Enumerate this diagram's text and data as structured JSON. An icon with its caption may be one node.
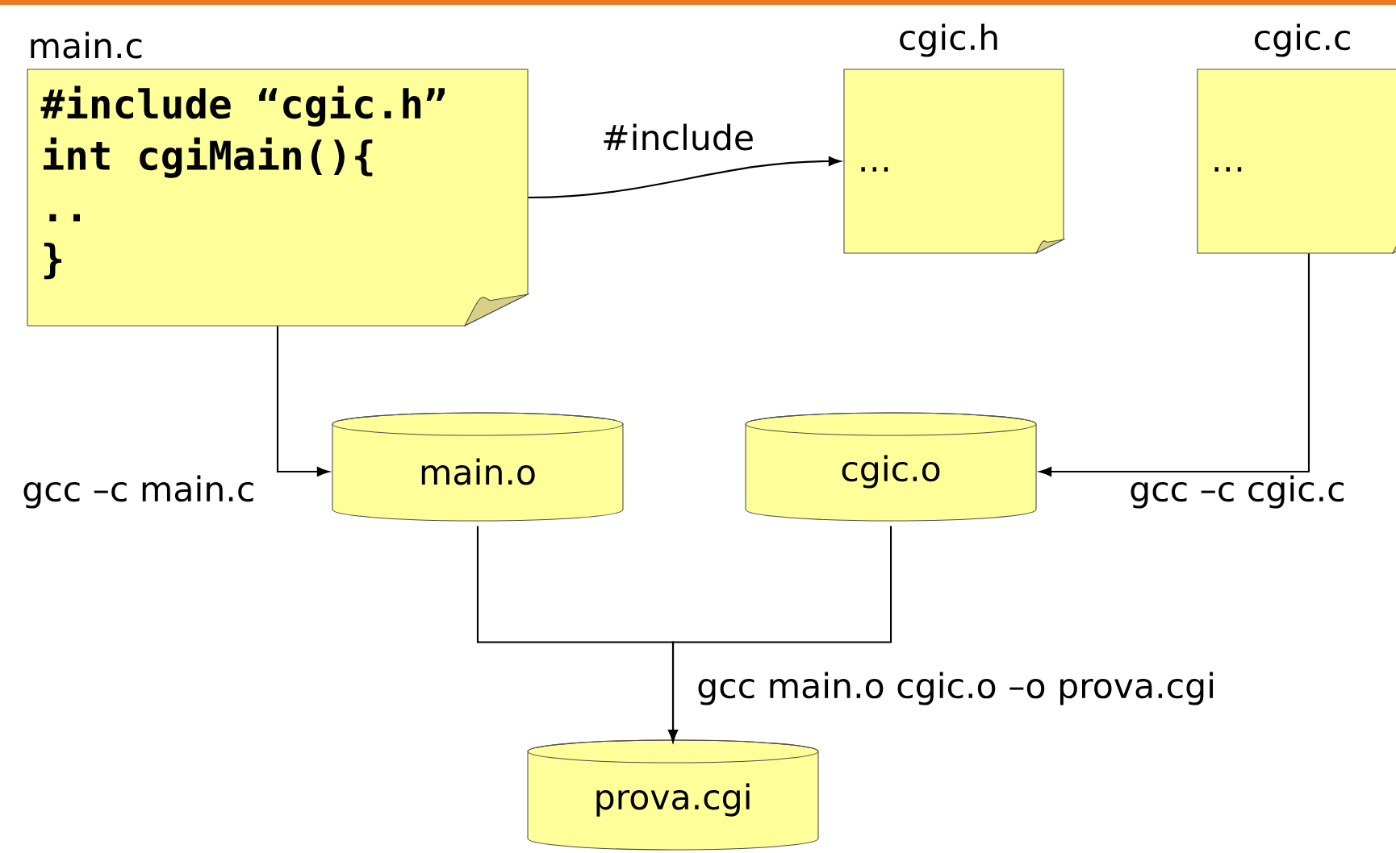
{
  "diagram": {
    "nodes": [
      {
        "text": [
          "main.c",
          "#include “cgic.h”",
          "int cgiMain(){",
          "..",
          "}"
        ]
      },
      {
        "text": [
          "cgic.h",
          "…"
        ]
      },
      {
        "text": [
          "cgic.c",
          "…"
        ]
      },
      {
        "text": [
          "main.o"
        ]
      },
      {
        "text": [
          "cgic.o"
        ]
      },
      {
        "text": [
          "prova.cgi"
        ]
      }
    ],
    "edges": [
      {
        "from": 0,
        "to": 1,
        "arrow": "to",
        "label": "#include"
      },
      {
        "from": 0,
        "to": 3,
        "arrow": "to",
        "label": "gcc –c main.c"
      },
      {
        "from": 2,
        "to": 4,
        "arrow": "to",
        "label": "gcc –c cgic.c"
      },
      {
        "from": 3,
        "to": 5,
        "arrow": "to",
        "label": "gcc main.o cgic.o –o prova.cgi"
      },
      {
        "from": 4,
        "to": 5,
        "arrow": "to"
      }
    ]
  }
}
